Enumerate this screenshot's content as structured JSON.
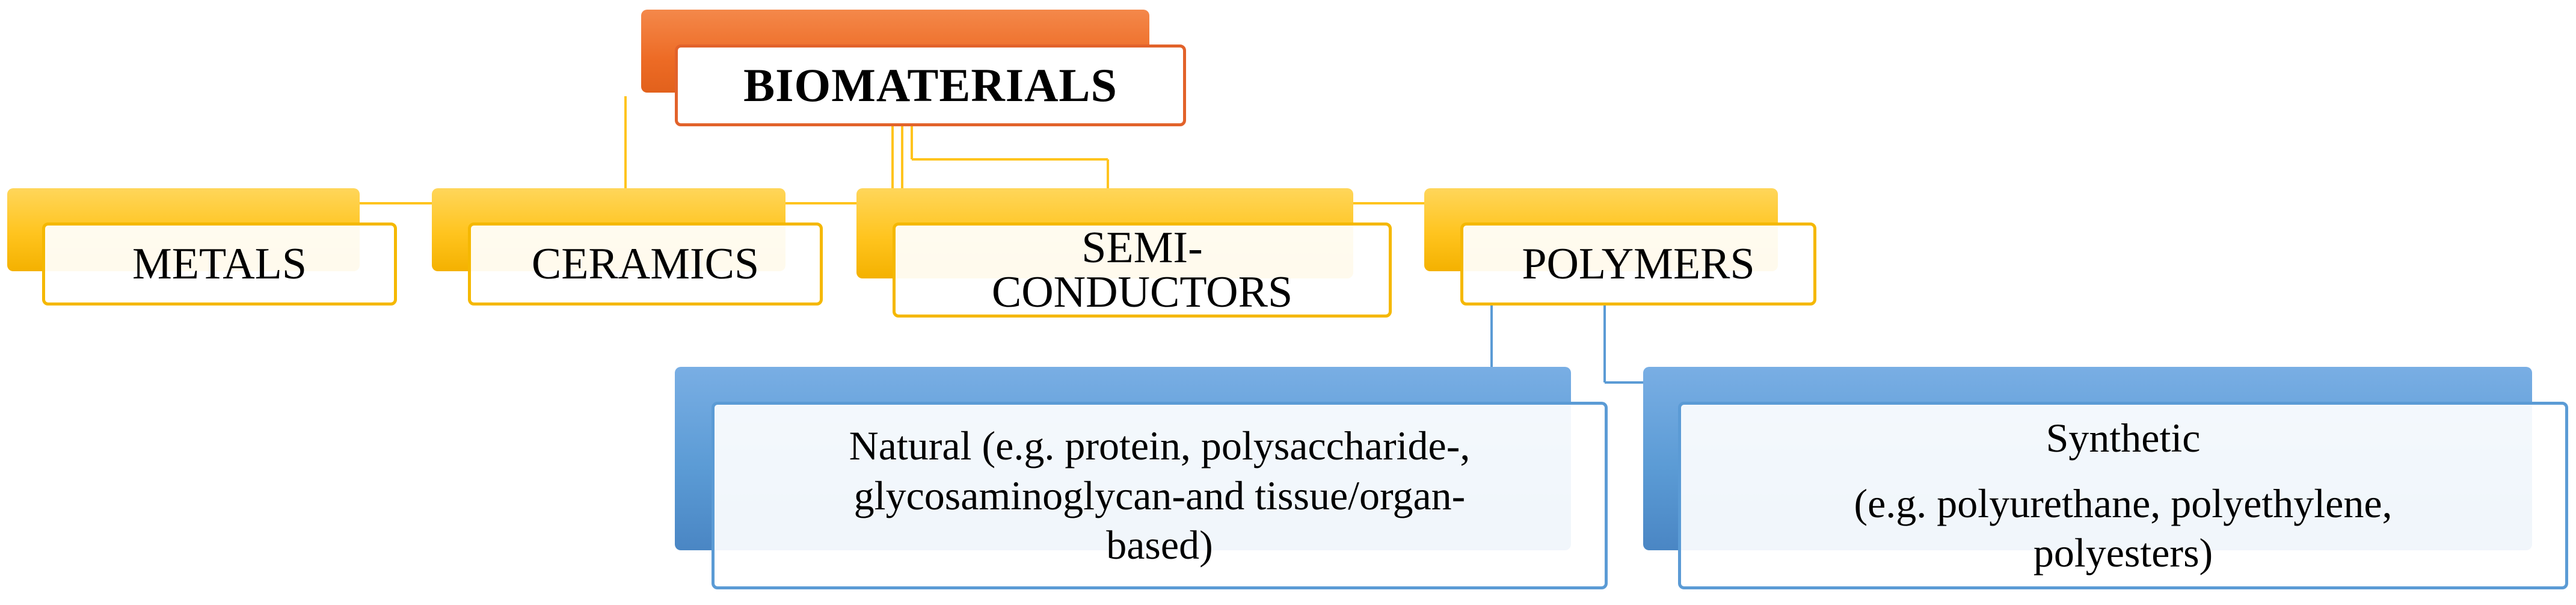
{
  "diagram": {
    "root": {
      "label": "BIOMATERIALS"
    },
    "categories": [
      {
        "lines": [
          "METALS"
        ]
      },
      {
        "lines": [
          "CERAMICS"
        ]
      },
      {
        "lines": [
          "SEMI-",
          "CONDUCTORS"
        ]
      },
      {
        "lines": [
          "POLYMERS"
        ]
      }
    ],
    "polymer_types": [
      {
        "lines": [
          "Natural (e.g. protein, polysaccharide-,",
          "glycosaminoglycan-and tissue/organ-",
          "based)"
        ]
      },
      {
        "lines": [
          "Synthetic",
          "(e.g. polyurethane, polyethylene,",
          "polyesters)"
        ]
      }
    ],
    "colors": {
      "root_accent": "#ed6b25",
      "category_accent": "#ffc41e",
      "polymer_accent": "#5b9bd5",
      "connector_yellow": "#ffc41e",
      "connector_blue": "#5b9bd5"
    }
  }
}
